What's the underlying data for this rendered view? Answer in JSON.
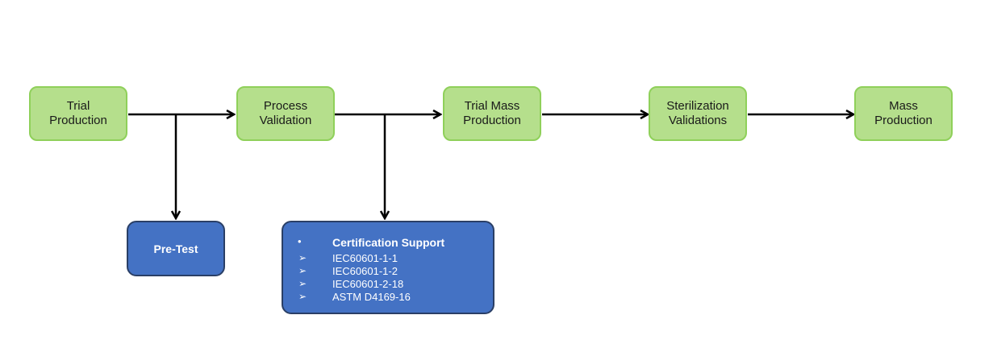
{
  "flow": {
    "steps": [
      {
        "lines": [
          "Trial",
          "Production"
        ]
      },
      {
        "lines": [
          "Process",
          "Validation"
        ]
      },
      {
        "lines": [
          "Trial Mass",
          "Production"
        ]
      },
      {
        "lines": [
          "Sterilization",
          "Validations"
        ]
      },
      {
        "lines": [
          "Mass",
          "Production"
        ]
      }
    ]
  },
  "branches": {
    "pretest": {
      "label": "Pre-Test"
    },
    "certification": {
      "bullet": "•",
      "title": "Certification Support",
      "item_marker": "➢",
      "items": [
        "IEC60601-1-1",
        "IEC60601-1-2",
        "IEC60601-2-18",
        "ASTM D4169-16"
      ]
    }
  },
  "colors": {
    "step_fill": "#b5df8c",
    "step_border": "#8fd05a",
    "branch_fill": "#4472c4",
    "branch_border": "#2a3f66",
    "connector": "#000000"
  }
}
